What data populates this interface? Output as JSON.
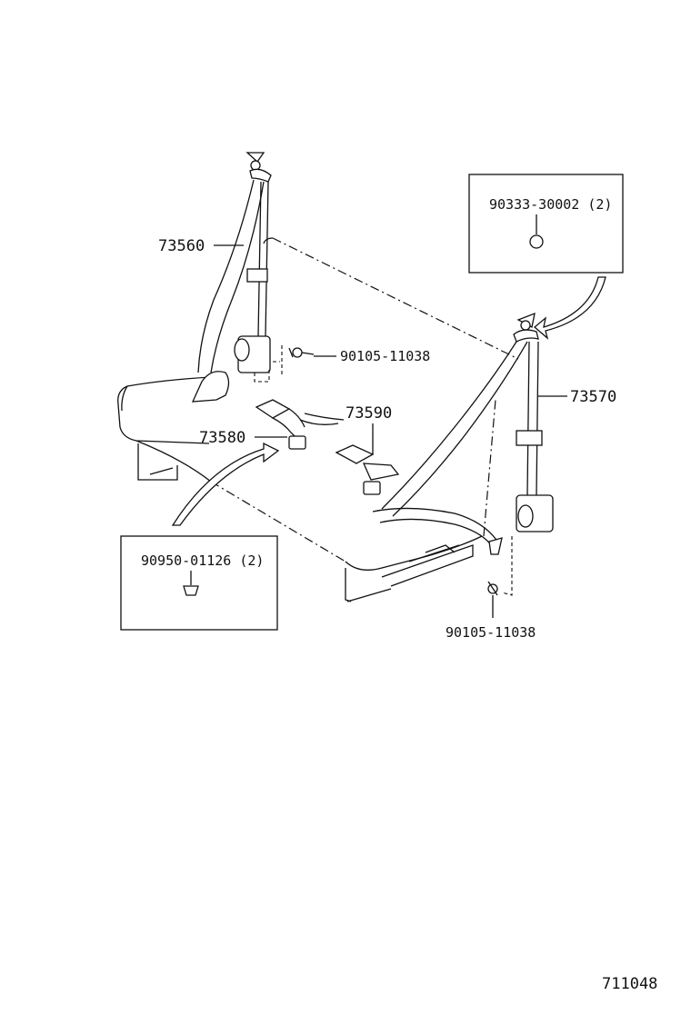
{
  "diagram": {
    "parts": {
      "belt_left": "73560",
      "belt_right": "73570",
      "buckle_left": "73580",
      "buckle_right": "73590",
      "bolt_upper": "90105-11038",
      "bolt_lower": "90105-11038"
    },
    "callouts": {
      "top_right_box": "90333-30002 (2)",
      "bottom_left_box": "90950-01126 (2)"
    },
    "illustration_number": "711048"
  }
}
